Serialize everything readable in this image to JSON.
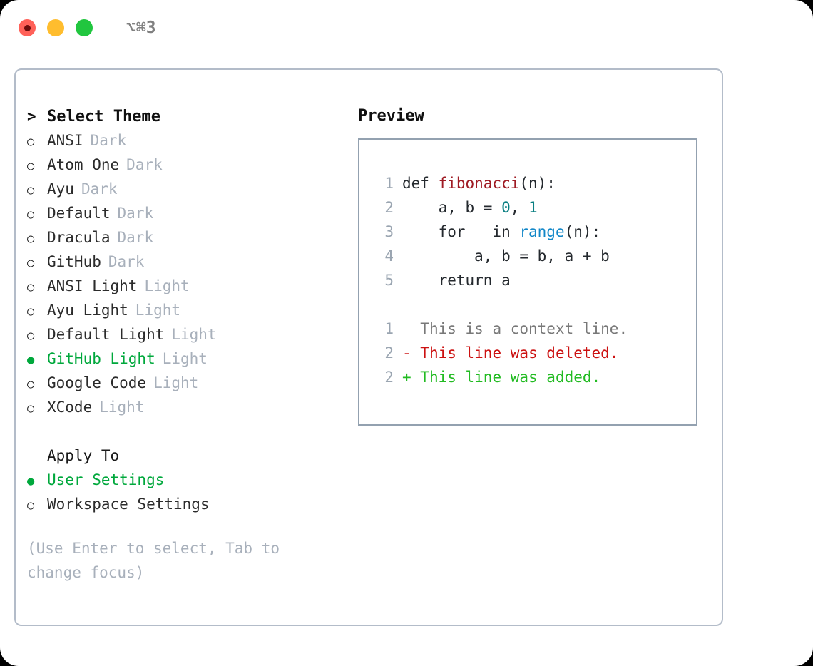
{
  "window": {
    "shortcut": "⌥⌘3",
    "traffic_lights": [
      {
        "name": "close",
        "color": "#ff6159"
      },
      {
        "name": "minimize",
        "color": "#ffbd2e"
      },
      {
        "name": "maximize",
        "color": "#21c63f"
      }
    ]
  },
  "theme_list": {
    "title": "Select Theme",
    "caret": ">",
    "radio_off": "○",
    "radio_on": "●",
    "items": [
      {
        "name": "ANSI",
        "variant": "Dark",
        "selected": false
      },
      {
        "name": "Atom One",
        "variant": "Dark",
        "selected": false
      },
      {
        "name": "Ayu",
        "variant": "Dark",
        "selected": false
      },
      {
        "name": "Default",
        "variant": "Dark",
        "selected": false
      },
      {
        "name": "Dracula",
        "variant": "Dark",
        "selected": false
      },
      {
        "name": "GitHub",
        "variant": "Dark",
        "selected": false
      },
      {
        "name": "ANSI Light",
        "variant": "Light",
        "selected": false
      },
      {
        "name": "Ayu Light",
        "variant": "Light",
        "selected": false
      },
      {
        "name": "Default Light",
        "variant": "Light",
        "selected": false
      },
      {
        "name": "GitHub Light",
        "variant": "Light",
        "selected": true
      },
      {
        "name": "Google Code",
        "variant": "Light",
        "selected": false
      },
      {
        "name": "XCode",
        "variant": "Light",
        "selected": false
      }
    ]
  },
  "apply_to": {
    "title": "Apply To",
    "options": [
      {
        "name": "User Settings",
        "selected": true
      },
      {
        "name": "Workspace Settings",
        "selected": false
      }
    ]
  },
  "hint": "(Use Enter to select, Tab to change focus)",
  "preview": {
    "title": "Preview",
    "code_lines": [
      {
        "number": "1",
        "tokens": [
          {
            "text": "def ",
            "type": "plain"
          },
          {
            "text": "fibonacci",
            "type": "fn"
          },
          {
            "text": "(n):",
            "type": "plain"
          }
        ]
      },
      {
        "number": "2",
        "tokens": [
          {
            "text": "    a, b = ",
            "type": "plain"
          },
          {
            "text": "0",
            "type": "num"
          },
          {
            "text": ", ",
            "type": "plain"
          },
          {
            "text": "1",
            "type": "num"
          }
        ]
      },
      {
        "number": "3",
        "tokens": [
          {
            "text": "    for _ in ",
            "type": "plain"
          },
          {
            "text": "range",
            "type": "builtin"
          },
          {
            "text": "(n):",
            "type": "plain"
          }
        ]
      },
      {
        "number": "4",
        "tokens": [
          {
            "text": "        a, b = b, a + b",
            "type": "plain"
          }
        ]
      },
      {
        "number": "5",
        "tokens": [
          {
            "text": "    return a",
            "type": "plain"
          }
        ]
      }
    ],
    "diff_lines": [
      {
        "number": "1",
        "sign": " ",
        "text": " This is a context line.",
        "type": "context"
      },
      {
        "number": "2",
        "sign": "-",
        "text": " This line was deleted.",
        "type": "deleted"
      },
      {
        "number": "2",
        "sign": "+",
        "text": " This line was added.",
        "type": "added"
      }
    ]
  },
  "colors": {
    "accent_green": "#00a83c",
    "muted": "#a8b0bb",
    "border": "#b3bcc9",
    "preview_border": "#93a1b0",
    "line_number": "#9aa5b1",
    "code_fn": "#9f1b24",
    "code_number": "#0a7f82",
    "code_builtin": "#1287c8",
    "diff_deleted": "#cc1111",
    "diff_added": "#22bb22",
    "diff_context": "#787878"
  }
}
